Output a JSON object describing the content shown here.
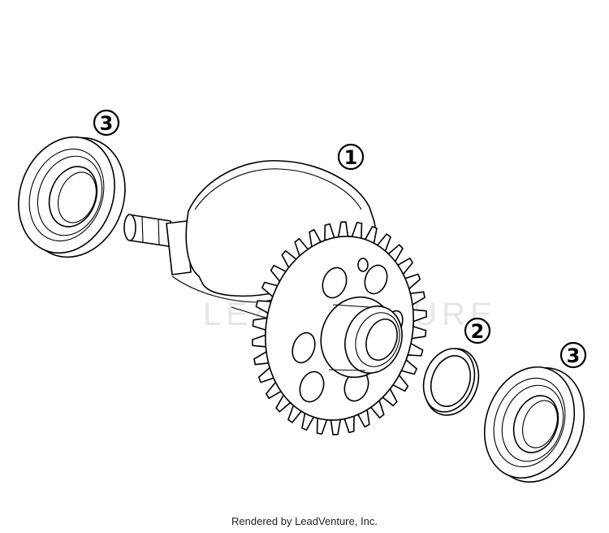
{
  "diagram": {
    "callouts": [
      {
        "id": "crankshaft",
        "label": "1"
      },
      {
        "id": "shim",
        "label": "2"
      },
      {
        "id": "bearing-left",
        "label": "3"
      },
      {
        "id": "bearing-right",
        "label": "3"
      }
    ],
    "watermark_text": "LEADVENTURE",
    "footer_text": "Rendered by LeadVenture, Inc."
  }
}
